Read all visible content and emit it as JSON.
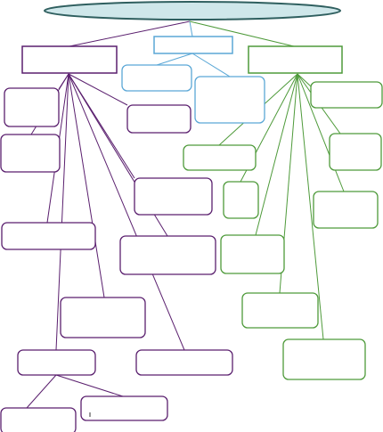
{
  "colors": {
    "root_fill": "#cfe7ea",
    "root_stroke": "#2f5f5f",
    "branch_left": "#5a1f6e",
    "branch_center": "#5aa7d6",
    "branch_right": "#4e9a3a"
  },
  "diagram": {
    "root": {
      "label": ""
    },
    "branches": [
      {
        "id": "left",
        "label": "",
        "children_count": 12
      },
      {
        "id": "center",
        "label": "",
        "children_count": 2
      },
      {
        "id": "right",
        "label": "",
        "children_count": 9
      }
    ]
  }
}
